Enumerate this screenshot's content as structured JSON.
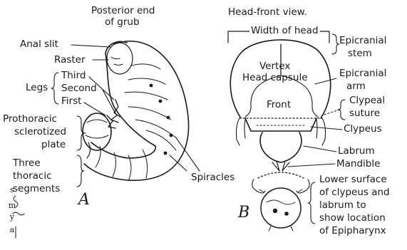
{
  "left_panel": {
    "title_line1": "Posterior end",
    "title_line2": "of grub",
    "labels": {
      "anal_slit": "Anal slit",
      "raster": "Raster",
      "legs": "Legs",
      "third": "Third",
      "second": "Second",
      "first": "First",
      "prothoracic_1": "Prothoracic",
      "prothoracic_2": "sclerotized",
      "prothoracic_3": "plate",
      "thoracic_1": "Three",
      "thoracic_2": "thoracic",
      "thoracic_3": "segments",
      "spiracles": "Spiracles"
    },
    "figure_letter": "A",
    "signature": [
      "s",
      "m",
      "y",
      "a"
    ]
  },
  "right_panel": {
    "title": "Head-front view.",
    "labels": {
      "width_of_head": "Width of head",
      "epicranial_stem_1": "Epicranial",
      "epicranial_stem_2": "stem",
      "vertex": "Vertex",
      "head_capsule": "Head capsule",
      "epicranial_arm_1": "Epicranial",
      "epicranial_arm_2": "arm",
      "clypeal_suture_1": "Clypeal",
      "clypeal_suture_2": "suture",
      "front": "Front",
      "clypeus": "Clypeus",
      "labrum": "Labrum",
      "mandible": "Mandible",
      "lower_1": "Lower surface",
      "lower_2": "of clypeus and",
      "lower_3": "labrum to",
      "lower_4": "show location",
      "lower_5": "of Epipharynx"
    },
    "figure_letter": "B"
  }
}
